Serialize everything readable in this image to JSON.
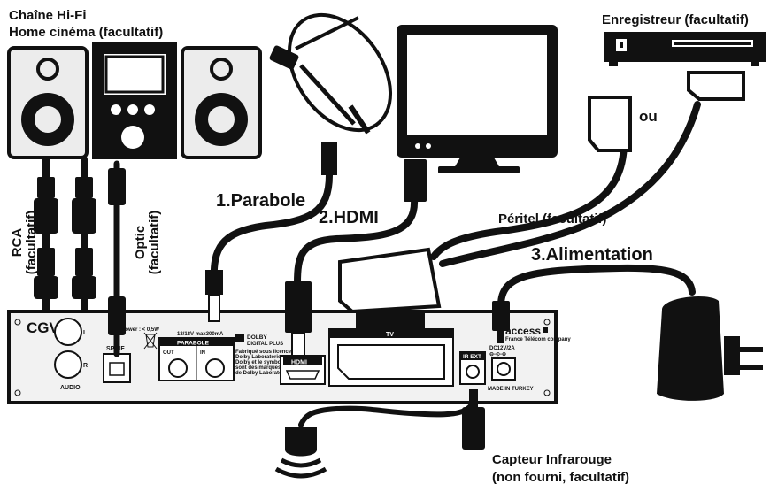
{
  "labels": {
    "hifi_line1": "Chaîne Hi-Fi",
    "hifi_line2": "Home cinéma (facultatif)",
    "recorder": "Enregistreur (facultatif)",
    "ou": "ou",
    "parabole": "1.Parabole",
    "hdmi": "2.HDMI",
    "peritel": "Péritel (facultatif)",
    "alimentation": "3.Alimentation",
    "rca_line1": "RCA",
    "rca_line2": "(facultatif)",
    "optic_line1": "Optic",
    "optic_line2": "(facultatif)",
    "capteur_line1": "Capteur Infrarouge",
    "capteur_line2": "(non fourni, facultatif)"
  },
  "panel": {
    "brand": "CGV",
    "audio_l": "L",
    "audio_r": "R",
    "audio": "AUDIO",
    "spdif_spec": "Max Power : < 0,5W",
    "spdif": "SPDIF",
    "lnb_spec": "13/18V max300mA",
    "parabole": "PARABOLE",
    "out": "OUT",
    "in": "IN",
    "dolby_line1": "DOLBY",
    "dolby_line2": "DIGITAL PLUS",
    "dolby_note": [
      "Fabriqué sous licence de",
      "Dolby Laboratories.",
      "Dolby et le symbole double-D",
      "sont des marques déposées",
      "de Dolby Laboratories."
    ],
    "hdmi": "HDMI",
    "tv": "TV",
    "ir_ext": "IR EXT",
    "access_brand": "access",
    "access_sub": "France Télécom company",
    "dc_spec": "DC12V/2A",
    "made_in": "MADE IN TURKEY"
  },
  "colors": {
    "ink": "#111111",
    "paper": "#ffffff",
    "panel_fill": "#f2f2f2",
    "speaker_fill": "#ececec"
  }
}
